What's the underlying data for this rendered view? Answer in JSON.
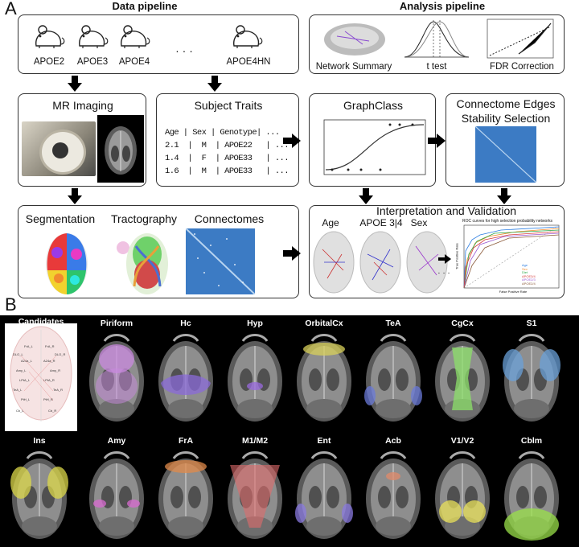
{
  "panel_a": {
    "letter": "A",
    "data_pipeline_title": "Data pipeline",
    "analysis_pipeline_title": "Analysis pipeline",
    "genotypes": [
      "APOE2",
      "APOE3",
      "APOE4",
      "APOE4HN"
    ],
    "ellipsis": "· · ·",
    "mr_imaging": "MR Imaging",
    "subject_traits": {
      "title": "Subject Traits",
      "rows": [
        "Age | Sex | Genotype| ...",
        "2.1  |  M  | APOE22   | ...",
        "1.4  |  F  | APOE33   | ...",
        "1.6  |  M  | APOE33   | ..."
      ]
    },
    "segmentation": "Segmentation",
    "tractography": "Tractography",
    "connectomes": "Connectomes",
    "network_summary": "Network Summary",
    "t_test": "t test",
    "fdr_correction": "FDR Correction",
    "graphclass": "GraphClass",
    "connectome_edges_line1": "Connectome Edges",
    "connectome_edges_line2": "Stability Selection",
    "interpretation": "Interpretation and Validation",
    "interp_labels": [
      "Age",
      "APOE 3|4",
      "Sex"
    ],
    "roc_title": "ROC curves for high selection probability networks",
    "roc_legend": [
      "Age",
      "Sex",
      "Diet",
      "APOE3/4",
      "APOE2/3",
      "APOE2/4"
    ],
    "roc_xlabel": "False Positive Rate",
    "roc_ylabel": "True Positive Rate"
  },
  "panel_b": {
    "letter": "B",
    "regions_row1": [
      "Candidates",
      "Piriform",
      "Hc",
      "Hyp",
      "OrbitalCx",
      "TeA",
      "CgCx",
      "S1"
    ],
    "regions_row2": [
      "Ins",
      "Amy",
      "FrA",
      "M1/M2",
      "Ent",
      "Acb",
      "V1/V2",
      "Cblm"
    ]
  },
  "colors": {
    "accent_purple": "#c97ad8",
    "blue_matrix": "#3a78c2",
    "arrow": "#000000"
  }
}
